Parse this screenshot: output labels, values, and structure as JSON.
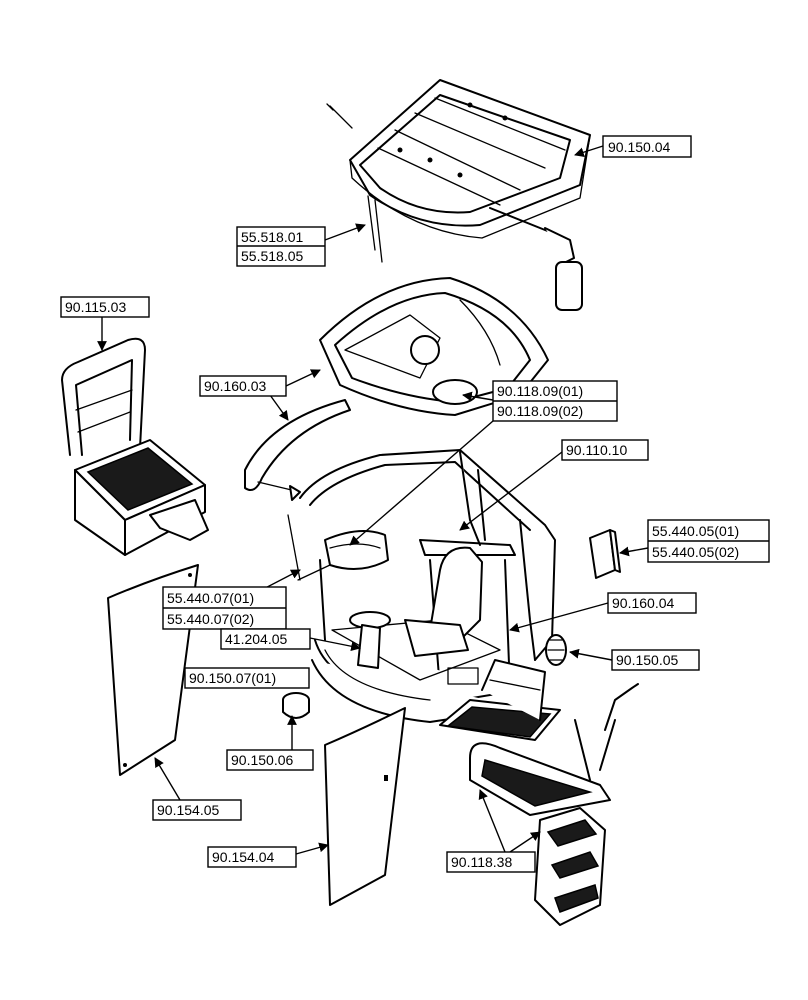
{
  "callouts": {
    "roof_panel": "90.150.04",
    "roof_seal_a": "55.518.01",
    "roof_seal_b": "55.518.05",
    "rear_step": "90.115.03",
    "headliner": "90.160.03",
    "cab_frame": "90.110.10",
    "cover_a": "90.118.09(01)",
    "cover_b": "90.118.09(02)",
    "controller_a": "55.440.05(01)",
    "controller_b": "55.440.05(02)",
    "wiper_a": "55.440.07(01)",
    "wiper_b": "55.440.07(02)",
    "steering_column": "41.204.05",
    "interior_trim": "90.160.04",
    "filter": "90.150.05",
    "knob": "90.150.07(01)",
    "mirror_cap": "90.150.06",
    "side_window": "90.154.05",
    "door_glass": "90.154.04",
    "access_steps": "90.118.38"
  }
}
